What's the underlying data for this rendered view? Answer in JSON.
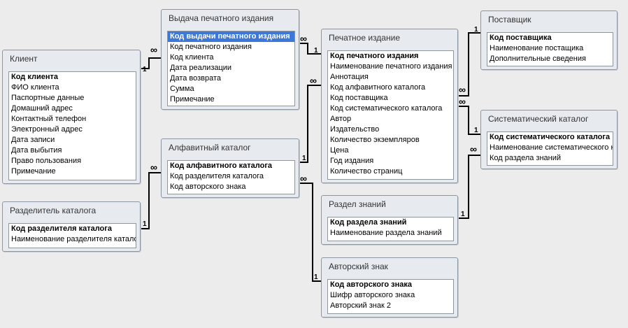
{
  "tables": {
    "klient": {
      "title": "Клиент",
      "fields": [
        "Код клиента",
        "ФИО клиента",
        "Паспортные данные",
        "Домашний адрес",
        "Контактный телефон",
        "Электронный адрес",
        "Дата записи",
        "Дата выбытия",
        "Право пользования",
        "Примечание"
      ]
    },
    "vydacha": {
      "title": "Выдача печатного издания",
      "fields": [
        "Код выдачи печатного издания",
        "Код печатного издания",
        "Код клиента",
        "Дата реализации",
        "Дата возврата",
        "Сумма",
        "Примечание"
      ]
    },
    "pechatnoe": {
      "title": "Печатное издание",
      "fields": [
        "Код печатного издания",
        "Наименование печатного издания",
        "Аннотация",
        "Код алфавитного каталога",
        "Код поставщика",
        "Код систематического каталога",
        "Автор",
        "Издательство",
        "Количество экземпляров",
        "Цена",
        "Год издания",
        "Количество страниц"
      ]
    },
    "postavshik": {
      "title": "Поставщик",
      "fields": [
        "Код поставщика",
        "Наименование постащика",
        "Дополнительные сведения"
      ]
    },
    "sistematicheskiy": {
      "title": "Систематический каталог",
      "fields": [
        "Код систематического каталога",
        "Наименование систематического к",
        "Код раздела знаний"
      ]
    },
    "alfavitny": {
      "title": "Алфавитный каталог",
      "fields": [
        "Код алфавитного каталога",
        "Код разделителя каталога",
        "Код авторского знака"
      ]
    },
    "razdelitel": {
      "title": "Разделитель каталога",
      "fields": [
        "Код разделителя каталога",
        "Наименование разделителя катало"
      ]
    },
    "razdel": {
      "title": "Раздел знаний",
      "fields": [
        "Код раздела знаний",
        "Наименование раздела знаний"
      ]
    },
    "avtorsky": {
      "title": "Авторский знак",
      "fields": [
        "Код авторского знака",
        "Шифр авторского знака",
        "Авторский знак 2"
      ]
    }
  },
  "relations": {
    "one": "1",
    "many": "∞"
  },
  "colors": {
    "line": "#000000",
    "selection": "#3c78d8",
    "window": "#e7ebf0"
  }
}
